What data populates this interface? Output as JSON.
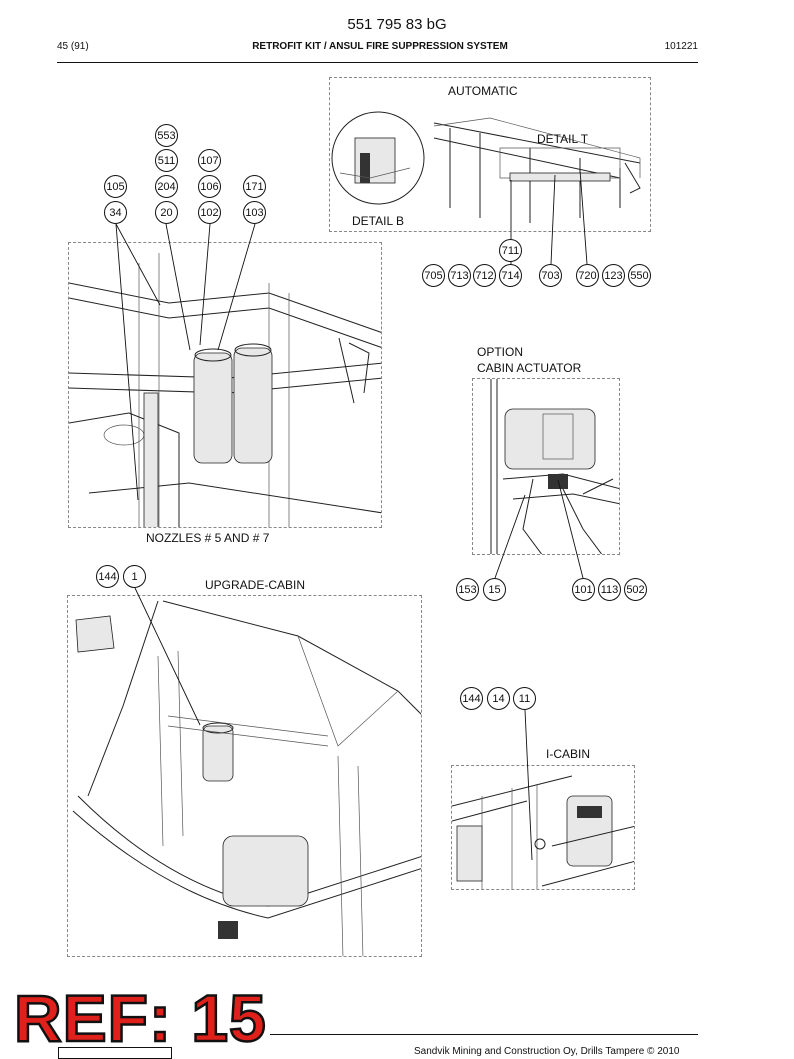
{
  "header": {
    "document_number": "551 795 83 bG",
    "page": "45 (91)",
    "title": "RETROFIT KIT / ANSUL FIRE SUPPRESSION SYSTEM",
    "date_code": "101221"
  },
  "views": {
    "automatic": "AUTOMATIC",
    "detail_t": "DETAIL T",
    "detail_b": "DETAIL B",
    "nozzles": "NOZZLES # 5 AND # 7",
    "option_line1": "OPTION",
    "option_line2": "CABIN ACTUATOR",
    "upgrade_cabin": "UPGRADE-CABIN",
    "i_cabin": "I-CABIN"
  },
  "callouts": {
    "c553": "553",
    "c511": "511",
    "c107": "107",
    "c105": "105",
    "c204": "204",
    "c106": "106",
    "c171": "171",
    "c34": "34",
    "c20": "20",
    "c102": "102",
    "c103": "103",
    "c711": "711",
    "c705": "705",
    "c713": "713",
    "c712": "712",
    "c714": "714",
    "c703": "703",
    "c720": "720",
    "c123": "123",
    "c550": "550",
    "c144a": "144",
    "c1": "1",
    "c153": "153",
    "c15": "15",
    "c101": "101",
    "c113": "113",
    "c502": "502",
    "c144b": "144",
    "c14": "14",
    "c11": "11"
  },
  "stamp": {
    "text": "REF: 15",
    "color": "#e0201a"
  },
  "footer": {
    "copyright": "Sandvik Mining and Construction Oy, Drills Tampere © 2010"
  }
}
